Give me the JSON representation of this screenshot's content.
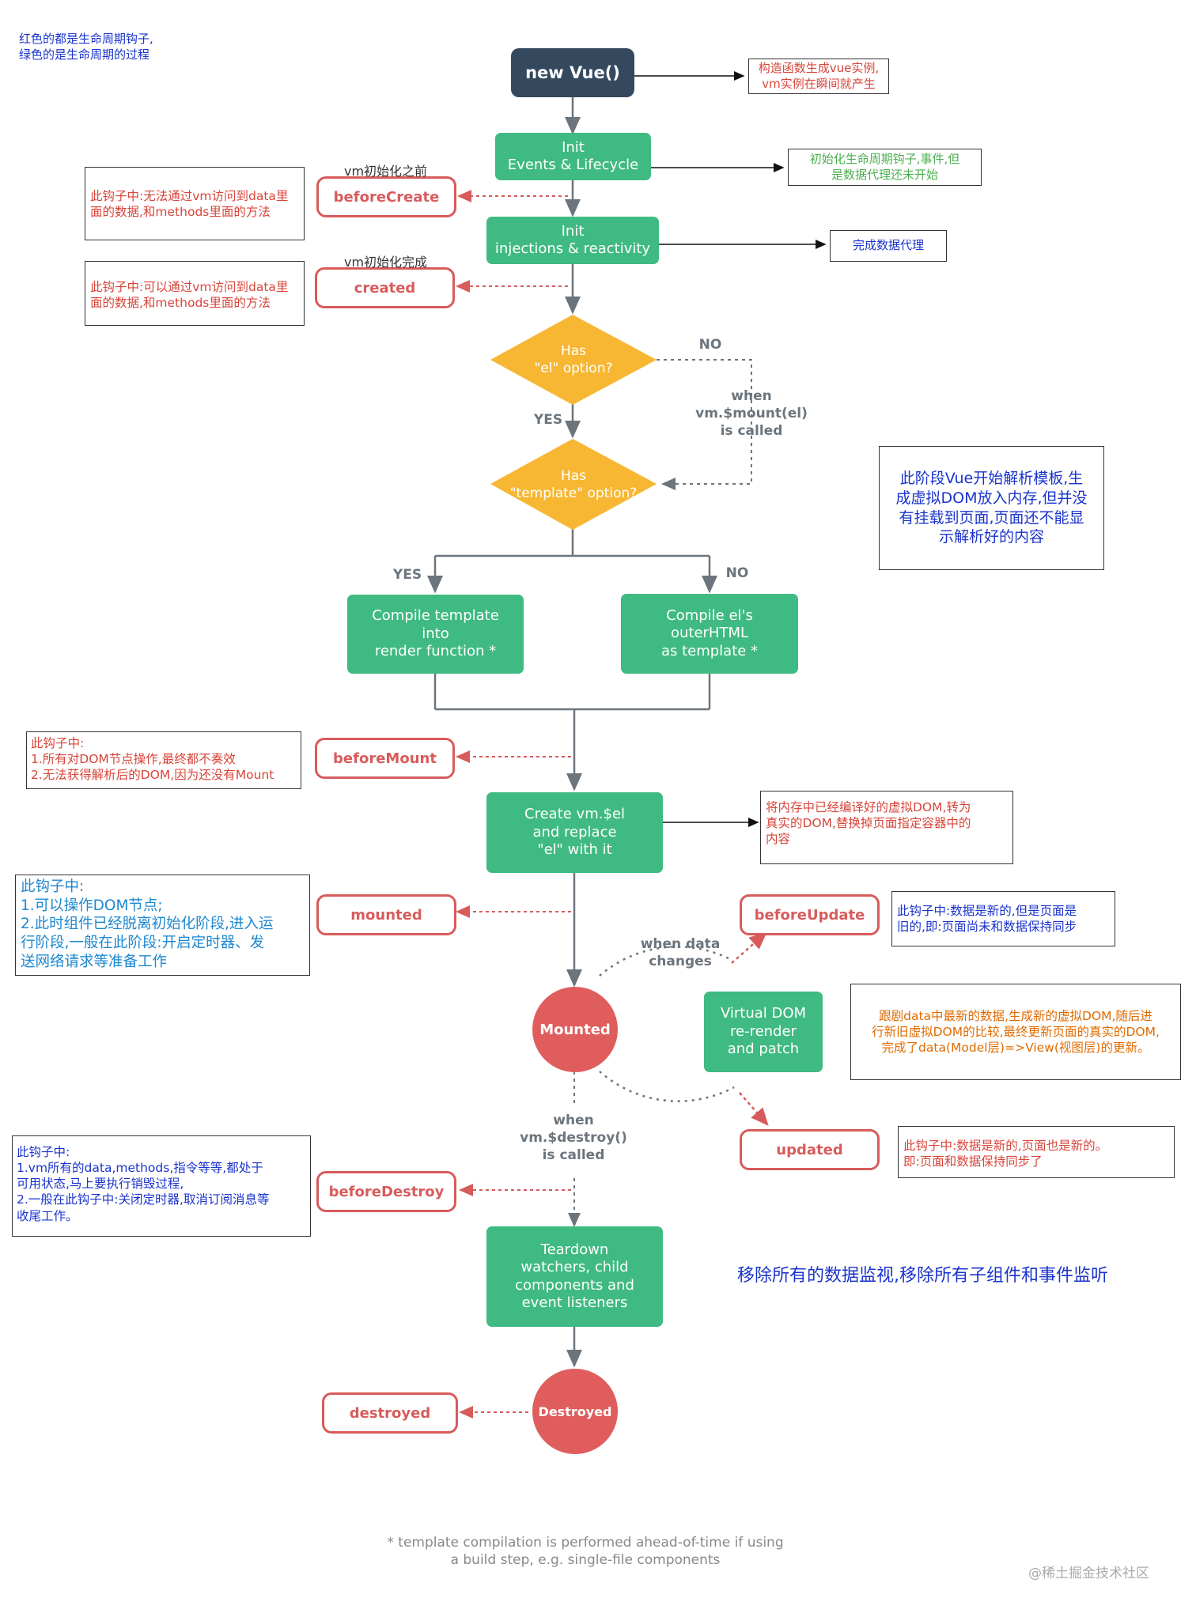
{
  "legend": "红色的都是生命周期钩子,\n绿色的是生命周期的过程",
  "nodes": {
    "new_vue": "new Vue()",
    "init_events": "Init\nEvents & Lifecycle",
    "init_injections": "Init\ninjections & reactivity",
    "has_el": "Has\n\"el\" option?",
    "has_template": "Has\n\"template\" option?",
    "compile_template": "Compile template\ninto\nrender function *",
    "compile_el": "Compile el's\nouterHTML\nas template *",
    "create_el": "Create vm.$el\nand replace\n\"el\" with it",
    "mounted_circle": "Mounted",
    "virtual_dom": "Virtual DOM\nre-render\nand patch",
    "teardown": "Teardown\nwatchers, child\ncomponents and\nevent listeners",
    "destroyed_circle": "Destroyed"
  },
  "hooks": {
    "before_create": "beforeCreate",
    "created": "created",
    "before_mount": "beforeMount",
    "mounted": "mounted",
    "before_update": "beforeUpdate",
    "updated": "updated",
    "before_destroy": "beforeDestroy",
    "destroyed": "destroyed"
  },
  "labels": {
    "before_init": "vm初始化之前",
    "init_done": "vm初始化完成",
    "no_1": "NO",
    "yes_1": "YES",
    "when_mount": "when\nvm.$mount(el)\nis called",
    "yes_2": "YES",
    "no_2": "NO",
    "when_data": "when data\nchanges",
    "when_destroy": "when\nvm.$destroy()\nis called"
  },
  "notes": {
    "constructor": "构造函数生成vue实例,\nvm实例在瞬间就产生",
    "init_hooks": "初始化生命周期钩子,事件,但\n是数据代理还未开始",
    "data_proxy": "完成数据代理",
    "before_create": "此钩子中:无法通过vm访问到data里\n面的数据,和methods里面的方法",
    "created": "此钩子中:可以通过vm访问到data里\n面的数据,和methods里面的方法",
    "template_parse": "此阶段Vue开始解析模板,生\n成虚拟DOM放入内存,但并没\n有挂载到页面,页面还不能显\n示解析好的内容",
    "before_mount": "此钩子中:\n1.所有对DOM节点操作,最终都不奏效\n2.无法获得解析后的DOM,因为还没有Mount",
    "create_el": "将内存中已经编译好的虚拟DOM,转为\n真实的DOM,替换掉页面指定容器中的\n内容",
    "mounted": "此钩子中:\n1.可以操作DOM节点;\n2.此时组件已经脱离初始化阶段,进入运\n行阶段,一般在此阶段:开启定时器、发\n送网络请求等准备工作",
    "before_update": "此钩子中:数据是新的,但是页面是\n旧的,即:页面尚未和数据保持同步",
    "re_render": "跟剧data中最新的数据,生成新的虚拟DOM,随后进\n行新旧虚拟DOM的比较,最终更新页面的真实的DOM,\n完成了data(Model层)=>View(视图层)的更新。",
    "updated": "此钩子中:数据是新的,页面也是新的。\n即:页面和数据保持同步了",
    "before_destroy": "此钩子中:\n1.vm所有的data,methods,指令等等,都处于\n可用状态,马上要执行销毁过程,\n2.一般在此钩子中:关闭定时器,取消订阅消息等\n收尾工作。",
    "teardown": "移除所有的数据监视,移除所有子组件和事件监听"
  },
  "footnote": "* template compilation is performed ahead-of-time if using\na build step, e.g. single-file components",
  "watermark": "@稀土掘金技术社区",
  "colors": {
    "green": "#3fba82",
    "hook_red": "#d85b5b",
    "diamond": "#f7b733",
    "dark_node": "#35495e",
    "note_blue": "#1a33cc",
    "note_red": "#d8453a",
    "note_green": "#4caf50",
    "note_orange": "#e06b00",
    "note_lightblue": "#1e88d0"
  }
}
